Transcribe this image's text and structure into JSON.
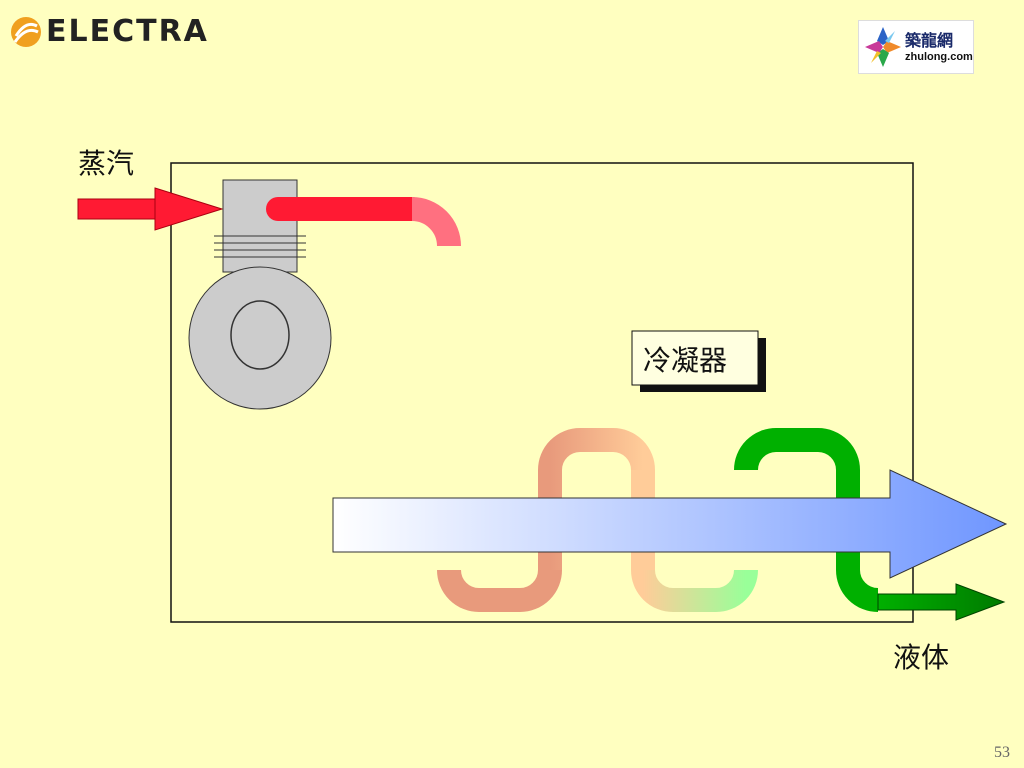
{
  "header": {
    "brand_logo_text": "ELECTRA",
    "badge_cn": "築龍網",
    "badge_en": "zhulong.com"
  },
  "diagram": {
    "inlet_label": "蒸汽",
    "condenser_label": "冷凝器",
    "outlet_label": "液体"
  },
  "footer": {
    "page_number": "53"
  },
  "colors": {
    "background": "#ffffc0",
    "steam": "#ff1a33",
    "hot_pipe_end": "#ff8fa0",
    "cooling_mid": "#e89a7c",
    "cooling_light": "#ffcc99",
    "condensing": "#00b000",
    "liquid": "#008800",
    "air_flow_start": "#ffffff",
    "air_flow_end": "#6f96ff",
    "compressor": "#cccccc"
  }
}
